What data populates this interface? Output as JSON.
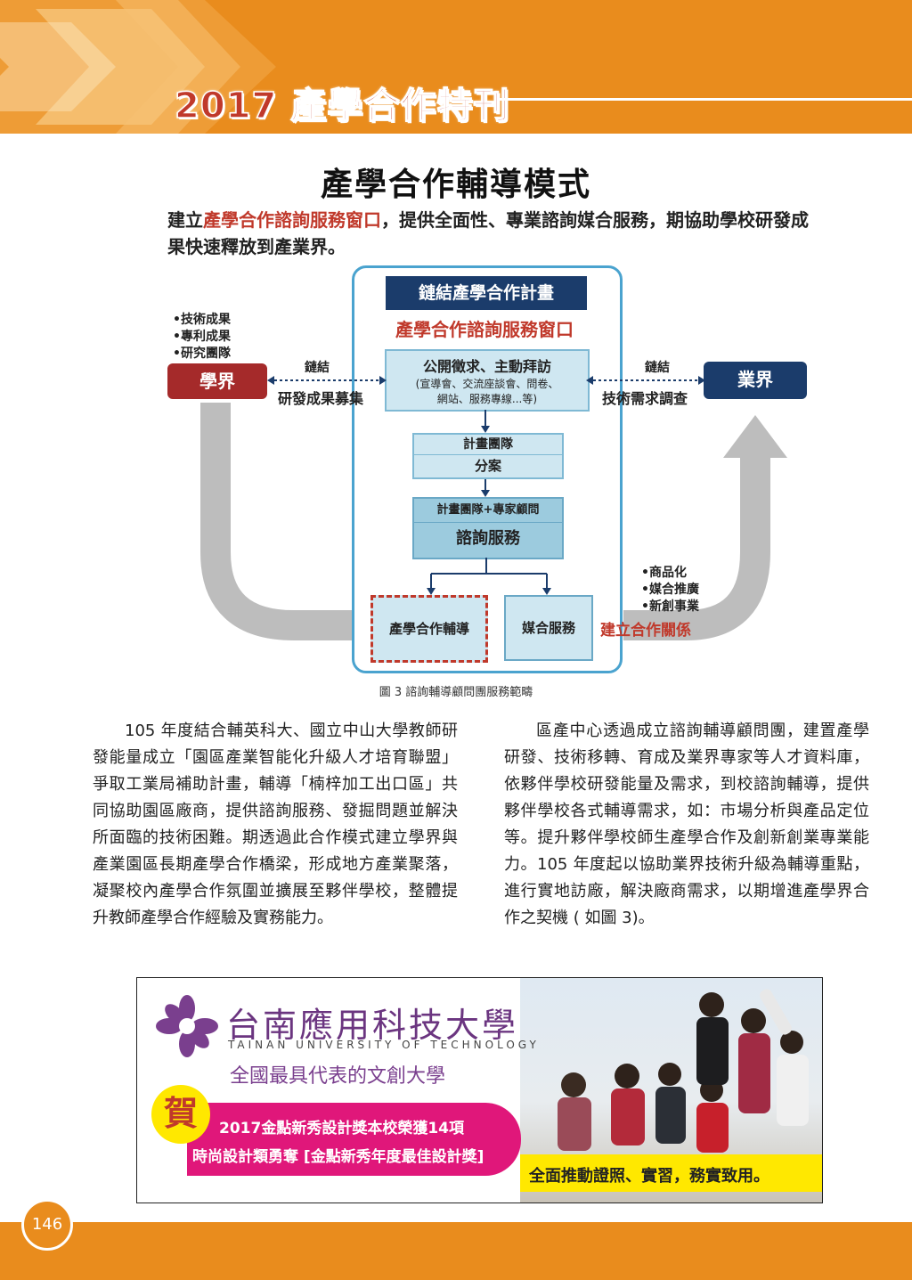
{
  "header": {
    "title": "2017 產學合作特刊",
    "bg_color": "#e98c1d"
  },
  "figure": {
    "title": "產學合作輔導模式",
    "intro_before": "建立",
    "intro_highlight": "產學合作諮詢服務窗口",
    "intro_after": "，提供全面性、專業諮詢媒合服務，期協助學校研發成果快速釋放到產業界。",
    "plan_title": "鏈結產學合作計畫",
    "window_title": "產學合作諮詢服務窗口",
    "left_list": [
      "•技術成果",
      "•專利成果",
      "•研究團隊"
    ],
    "academia": "學界",
    "industry": "業界",
    "link_left": "鏈結",
    "link_left_sub": "研發成果募集",
    "link_right": "鏈結",
    "link_right_sub": "技術需求調查",
    "solicit_title": "公開徵求、主動拜訪",
    "solicit_sub1": "(宣導會、交流座談會、問卷、",
    "solicit_sub2": "網站、服務專線...等)",
    "team_label": "計畫團隊",
    "assign_label": "分案",
    "consult_top": "計畫團隊+專家顧問",
    "consult_label": "諮詢服務",
    "counsel_label": "產學合作輔導",
    "match_label": "媒合服務",
    "right_list": [
      "•商品化",
      "•媒合推廣",
      "•新創事業"
    ],
    "relation_label": "建立合作關係",
    "caption": "圖 3 諮詢輔導顧問團服務範疇"
  },
  "body": {
    "col1": "105 年度結合輔英科大、國立中山大學教師研發能量成立「園區產業智能化升級人才培育聯盟」爭取工業局補助計畫，輔導「楠梓加工出口區」共同協助園區廠商，提供諮詢服務、發掘問題並解決所面臨的技術困難。期透過此合作模式建立學界與產業園區長期產學合作橋梁，形成地方產業聚落，凝聚校內產學合作氛圍並擴展至夥伴學校，整體提升教師產學合作經驗及實務能力。",
    "col2": "區產中心透過成立諮詢輔導顧問團，建置產學研發、技術移轉、育成及業界專家等人才資料庫，依夥伴學校研發能量及需求，到校諮詢輔導，提供夥伴學校各式輔導需求，如：市場分析與產品定位等。提升夥伴學校師生產學合作及創新創業專業能力。105 年度起以協助業界技術升級為輔導重點，進行實地訪廠，解決廠商需求，以期增進產學界合作之契機 ( 如圖 3)。"
  },
  "ad": {
    "school_name": "台南應用科技大學",
    "school_en": "TAINAN UNIVERSITY OF TECHNOLOGY",
    "tagline": "全國最具代表的文創大學",
    "congrats": "賀",
    "award_line1": "2017金點新秀設計獎本校榮獲14項",
    "award_line2": "時尚設計類勇奪 [金點新秀年度最佳設計獎]",
    "slogan": "全面推動證照、實習，務實致用。"
  },
  "footer": {
    "page_number": "146"
  },
  "colors": {
    "orange": "#e98c1d",
    "red": "#c0392b",
    "navy": "#1b3c6b",
    "purple": "#7a3f8e",
    "magenta": "#e0177a",
    "yellow": "#ffe800"
  }
}
